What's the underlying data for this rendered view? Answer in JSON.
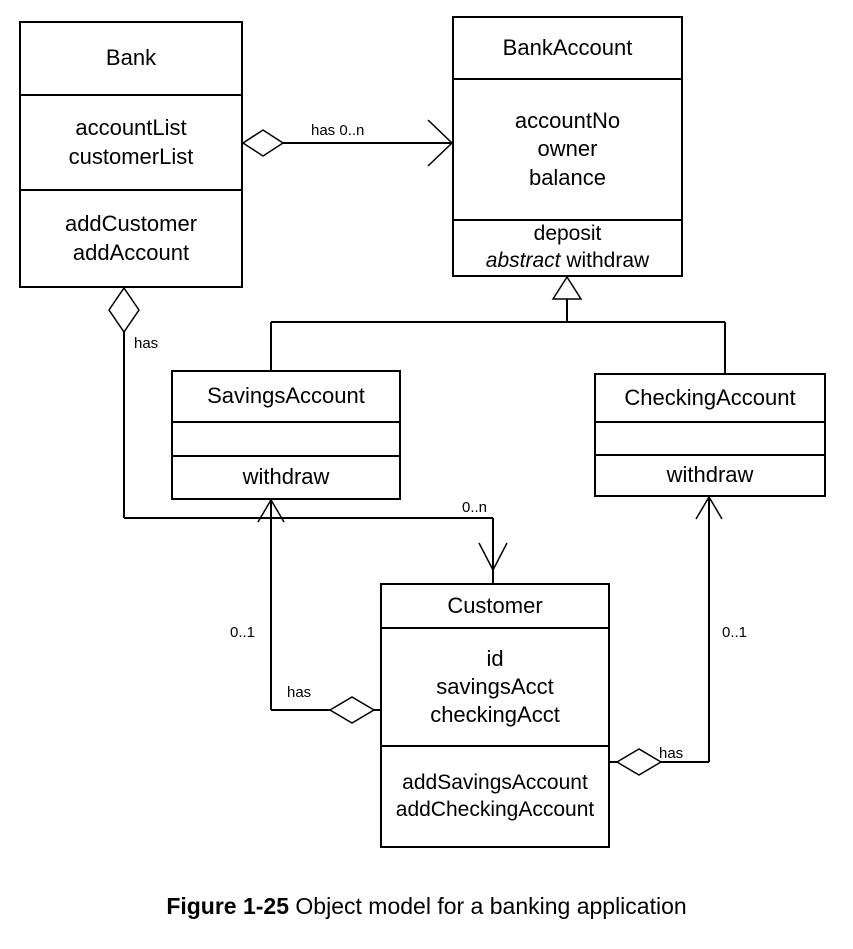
{
  "figure": {
    "label": "Figure 1-25",
    "title": "Object model for a banking application"
  },
  "classes": {
    "bank": {
      "name": "Bank",
      "attributes": [
        "accountList",
        "customerList"
      ],
      "operations": [
        "addCustomer",
        "addAccount"
      ]
    },
    "bank_account": {
      "name": "BankAccount",
      "attributes": [
        "accountNo",
        "owner",
        "balance"
      ],
      "operations": [
        "deposit"
      ],
      "abstract_operation_modifier": "abstract",
      "abstract_operation_name": "withdraw"
    },
    "savings_account": {
      "name": "SavingsAccount",
      "attributes": [],
      "operations": [
        "withdraw"
      ]
    },
    "checking_account": {
      "name": "CheckingAccount",
      "attributes": [],
      "operations": [
        "withdraw"
      ]
    },
    "customer": {
      "name": "Customer",
      "attributes": [
        "id",
        "savingsAcct",
        "checkingAcct"
      ],
      "operations": [
        "addSavingsAccount",
        "addCheckingAccount"
      ]
    }
  },
  "relationships": {
    "bank_has_accounts": {
      "label": "has 0..n"
    },
    "bank_has_customers": {
      "label": "has"
    },
    "savings_to_customer_role": {
      "label": "has"
    },
    "checking_to_customer_role": {
      "label": "has"
    },
    "customer_multiplicity_from_bank": {
      "label": "0..n"
    },
    "savings_multiplicity": {
      "label": "0..1"
    },
    "checking_multiplicity": {
      "label": "0..1"
    }
  },
  "colors": {
    "stroke": "#000000",
    "background": "#ffffff",
    "text": "#000000"
  }
}
